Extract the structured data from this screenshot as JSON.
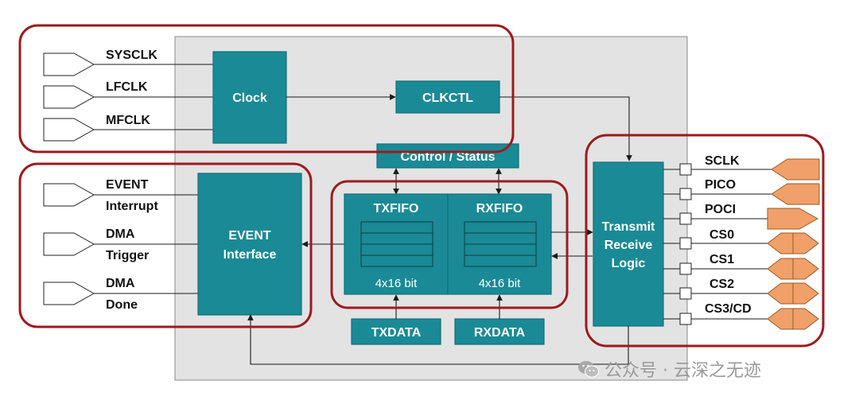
{
  "clock_inputs": [
    "SYSCLK",
    "LFCLK",
    "MFCLK"
  ],
  "event_inputs": [
    {
      "line1": "EVENT",
      "line2": "Interrupt"
    },
    {
      "line1": "DMA",
      "line2": "Trigger"
    },
    {
      "line1": "DMA",
      "line2": "Done"
    }
  ],
  "blocks": {
    "clock": "Clock",
    "clkctl": "CLKCTL",
    "control_status": "Control / Status",
    "event_line1": "EVENT",
    "event_line2": "Interface",
    "txfifo": "TXFIFO",
    "rxfifo": "RXFIFO",
    "txfifo_size": "4x16 bit",
    "rxfifo_size": "4x16 bit",
    "txdata": "TXDATA",
    "rxdata": "RXDATA",
    "trl_line1": "Transmit",
    "trl_line2": "Receive",
    "trl_line3": "Logic"
  },
  "pins": [
    "SCLK",
    "PICO",
    "POCI",
    "CS0",
    "CS1",
    "CS2",
    "CS3/CD"
  ],
  "colors": {
    "block": "#1a8a96",
    "background_panel": "#e3e3e3",
    "highlight_frame": "#9b1b1f",
    "pin_connector": "#f0a068"
  },
  "watermark": {
    "icon": "wechat-icon",
    "text": "公众号 · 云深之无迹"
  }
}
